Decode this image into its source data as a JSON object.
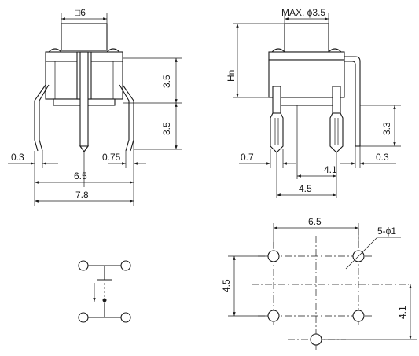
{
  "front_view": {
    "top_dim": "□6",
    "height_upper": "3.5",
    "height_lower": "3.5",
    "pin_thickness": "0.3",
    "pin_width": "0.75",
    "pin_pitch": "6.5",
    "overall_width": "7.8"
  },
  "side_view": {
    "actuator_dim": "MAX. ϕ3.5",
    "height_label": "Hn",
    "pin_length": "3.3",
    "pin_width": "0.7",
    "pin_spacing": "4.1",
    "pin_thickness": "0.3",
    "pitch": "4.5"
  },
  "pcb_layout": {
    "width": "6.5",
    "hole_note": "5-ϕ1",
    "height_left": "4.5",
    "height_right": "4.1"
  }
}
